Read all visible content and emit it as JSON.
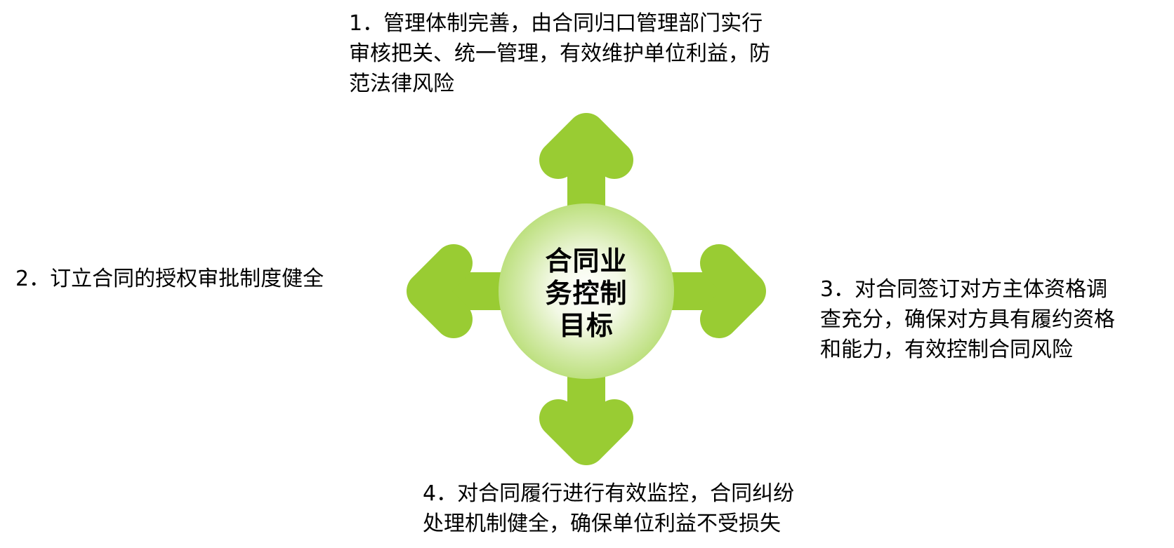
{
  "center": {
    "title": "合同业务控制目标"
  },
  "goals": [
    {
      "id": "goal-1",
      "text": "1．管理体制完善，由合同归口管理部门实行\n审核把关、统一管理，有效维护单位利益，防\n范法律风险"
    },
    {
      "id": "goal-2",
      "text": "2．订立合同的授权审批制度健全"
    },
    {
      "id": "goal-3",
      "text": "3．对合同签订对方主体资格调\n查充分，确保对方具有履约资格\n和能力，有效控制合同风险"
    },
    {
      "id": "goal-4",
      "text": "4．对合同履行进行有效监控，合同纠纷\n处理机制健全，确保单位利益不受损失"
    }
  ],
  "colors": {
    "arrow": "#99cc33",
    "center_glow": "#a8d45a"
  },
  "icons": {
    "up": "arrow-up-icon",
    "left": "arrow-left-icon",
    "right": "arrow-right-icon",
    "down": "arrow-down-icon"
  }
}
